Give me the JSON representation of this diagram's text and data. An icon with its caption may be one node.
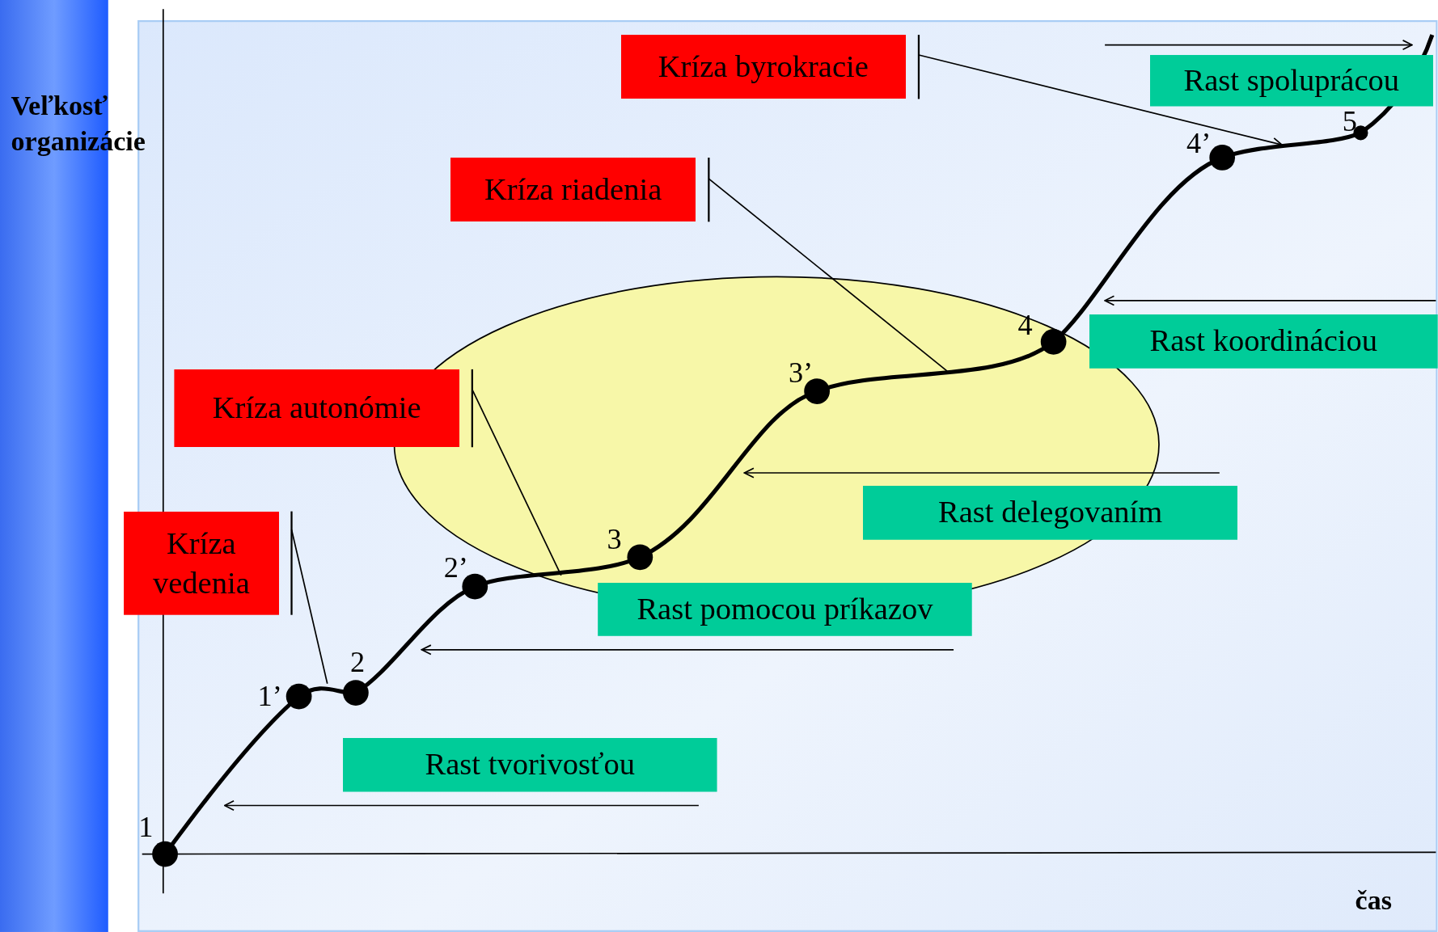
{
  "diagram": {
    "nodes": [
      {
        "text": [
          "Kríza byrokracie"
        ]
      },
      {
        "text": [
          "Rast spoluprácou"
        ]
      },
      {
        "text": [
          "Kríza riadenia"
        ]
      },
      {
        "text": [
          "Rast koordináciou"
        ]
      },
      {
        "text": [
          "Kríza autonómie"
        ]
      },
      {
        "text": [
          "Rast delegovaním"
        ]
      },
      {
        "text": [
          "Kríza vedenia"
        ]
      },
      {
        "text": [
          "Rast pomocou príkazov"
        ]
      },
      {
        "text": [
          "Rast tvorivosťou"
        ]
      }
    ],
    "edges": [
      {
        "from": 0,
        "to": null,
        "arrow": "to"
      },
      {
        "from": 2,
        "to": null,
        "arrow": "none"
      },
      {
        "from": 4,
        "to": null,
        "arrow": "none"
      },
      {
        "from": 6,
        "to": null,
        "arrow": "none"
      }
    ],
    "labels": [
      "Veľkosť organizácie",
      "5",
      "4’",
      "3’",
      "4",
      "2’",
      "3",
      "2",
      "1’",
      "1",
      "čas"
    ]
  }
}
